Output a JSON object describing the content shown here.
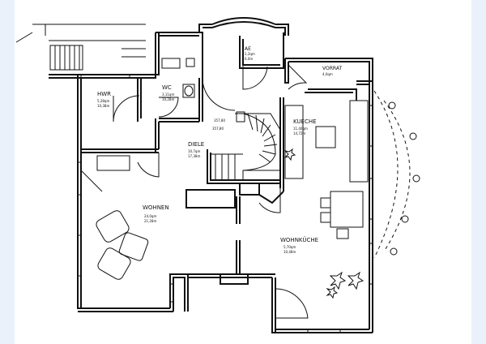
{
  "colors": {
    "background": "#eaf1fb",
    "sheet": "#ffffff",
    "ink": "#111111"
  },
  "rooms": {
    "hwr": {
      "name": "HWR",
      "area_a": "5,28qm",
      "area_b": "10,38m"
    },
    "wc": {
      "name": "WC",
      "area_a": "3,11qm",
      "area_b": "10,28m"
    },
    "ae": {
      "name": "AE",
      "area_a": "2,2qm",
      "area_b": "6,0m"
    },
    "vorrat": {
      "name": "VORRAT",
      "area_a": "4,0qm"
    },
    "kueche": {
      "name": "KUECHE",
      "area_a": "11,40qm",
      "area_b": "14,72m"
    },
    "diele": {
      "name": "DIELE",
      "area_a": "10,7qm",
      "area_b": "17,38m"
    },
    "wohnen": {
      "name": "WOHNEN",
      "area_a": "24,0qm",
      "area_b": "21,28m"
    },
    "wohnkueche": {
      "name": "WOHNKÜCHE",
      "area_a": "5,70qm",
      "area_b": "10,48m"
    }
  },
  "stair_marks": {
    "upper": "357,80",
    "lower": "357,80"
  }
}
